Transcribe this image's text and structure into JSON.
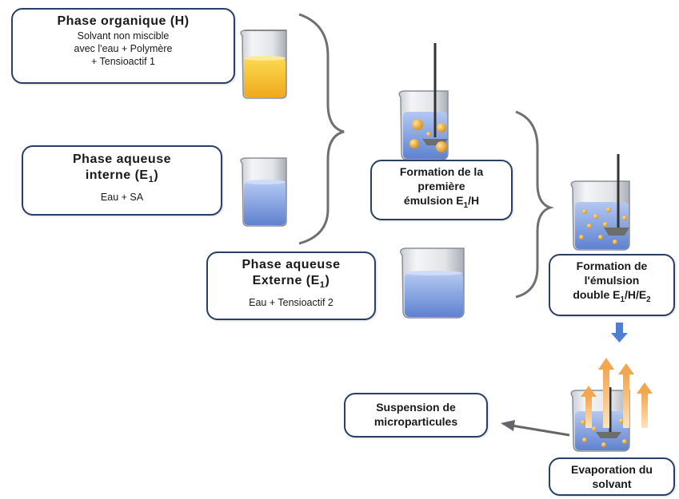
{
  "colors": {
    "box_border": "#2a3f66",
    "organic_liquid": "#f6c325",
    "aqueous_liquid": "#7f9fe0",
    "particle": "#f1b22f",
    "arrow_up": "#f5b868",
    "arrow_down": "#4f7fd0"
  },
  "boxes": {
    "organic": {
      "title": "Phase organique (H)",
      "line1": "Solvant non miscible",
      "line2": "avec l'eau + Polymère",
      "line3": "+ Tensioactif 1"
    },
    "internal": {
      "title_line1": "Phase aqueuse",
      "title_line2_prefix": "interne (E",
      "subscript": "1",
      "title_line2_suffix": ")",
      "content": "Eau + SA"
    },
    "external": {
      "title_line1": "Phase aqueuse",
      "title_line2_prefix": "Externe (E",
      "subscript": "1",
      "title_line2_suffix": ")",
      "content": "Eau + Tensioactif 2"
    },
    "first_emulsion": {
      "line1": "Formation de la",
      "line2": "première",
      "line3_prefix": "émulsion E",
      "line3_sub": "1",
      "line3_suffix": "/H"
    },
    "double_emulsion": {
      "line1": "Formation de",
      "line2": "l'émulsion",
      "line3_prefix": "double E",
      "line3_sub1": "1",
      "line3_mid": "/H/E",
      "line3_sub2": "2"
    },
    "evaporation": {
      "line1": "Evaporation du",
      "line2": "solvant"
    },
    "suspension": {
      "line1": "Suspension de",
      "line2": "microparticules"
    }
  }
}
